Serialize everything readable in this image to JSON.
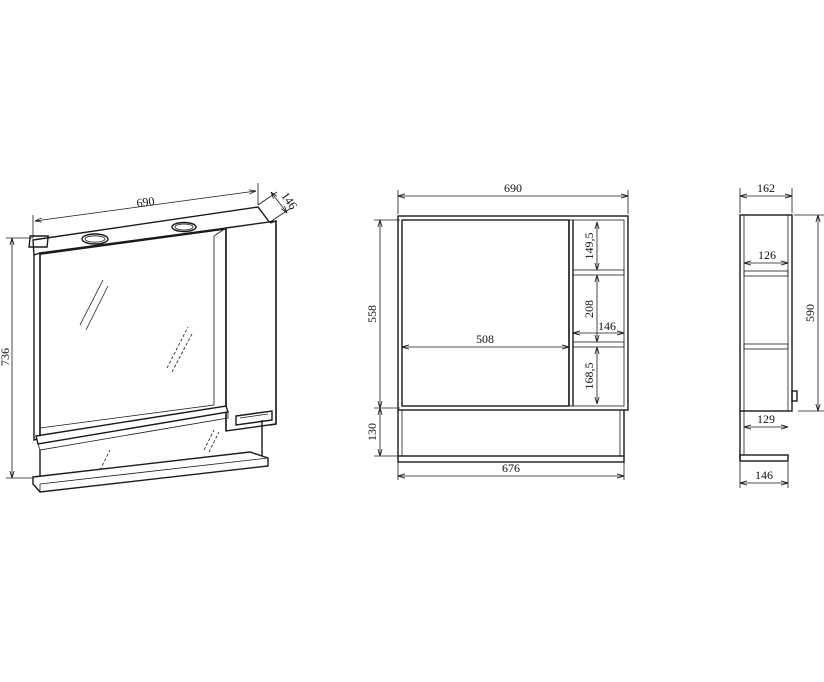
{
  "views": {
    "perspective": {
      "width": "690",
      "depth": "146",
      "height": "736"
    },
    "front": {
      "width": "690",
      "mirror_height": "558",
      "niche_height": "130",
      "mirror_width": "508",
      "shelf_top": "149,5",
      "shelf_middle": "208",
      "shelf_bottom": "168,5",
      "shelf_depth": "146",
      "bottom_width": "676"
    },
    "side": {
      "top_depth": "162",
      "inner_depth": "126",
      "height": "590",
      "lower_depth": "129",
      "bottom_depth": "146"
    }
  }
}
